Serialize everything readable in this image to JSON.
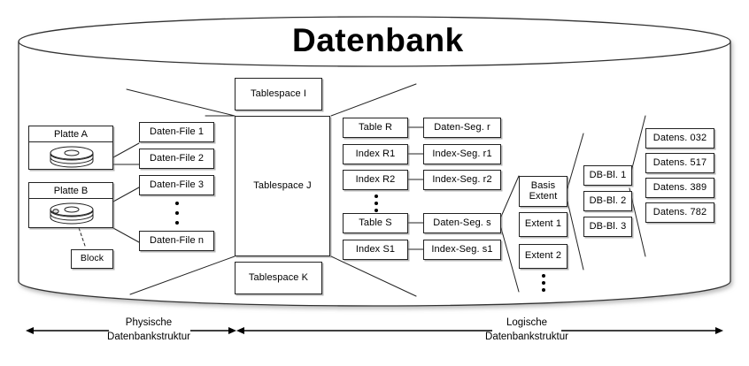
{
  "diagram": {
    "title": "Datenbank",
    "language": "de"
  },
  "physical": {
    "disks": [
      {
        "label": "Platte A",
        "icon": "disk-platter-icon"
      },
      {
        "label": "Platte B",
        "icon": "disk-platter-icon"
      }
    ],
    "block_callout": "Block",
    "data_files": [
      "Daten-File 1",
      "Daten-File 2",
      "Daten-File 3",
      "Daten-File n"
    ],
    "data_files_ellipsis": true
  },
  "tablespaces": [
    "Tablespace I",
    "Tablespace J",
    "Tablespace K"
  ],
  "logical": {
    "objects": [
      "Table R",
      "Index R1",
      "Index R2",
      "Table S",
      "Index S1"
    ],
    "objects_ellipsis": true,
    "segments": [
      "Daten-Seg. r",
      "Index-Seg. r1",
      "Index-Seg. r2",
      "Daten-Seg. s",
      "Index-Seg. s1"
    ],
    "extents": [
      "Basis\nExtent",
      "Extent 1",
      "Extent 2"
    ],
    "extents_ellipsis": true,
    "db_blocks": [
      "DB-Bl. 1",
      "DB-Bl. 2",
      "DB-Bl. 3"
    ],
    "records": [
      "Datens. 032",
      "Datens. 517",
      "Datens. 389",
      "Datens. 782"
    ]
  },
  "axes": [
    {
      "line1": "Physische",
      "line2": "Datenbankstruktur"
    },
    {
      "line1": "Logische",
      "line2": "Datenbankstruktur"
    }
  ],
  "colors": {
    "stroke": "#222222",
    "background": "#ffffff",
    "text": "#000000",
    "shadow": "#787878"
  }
}
